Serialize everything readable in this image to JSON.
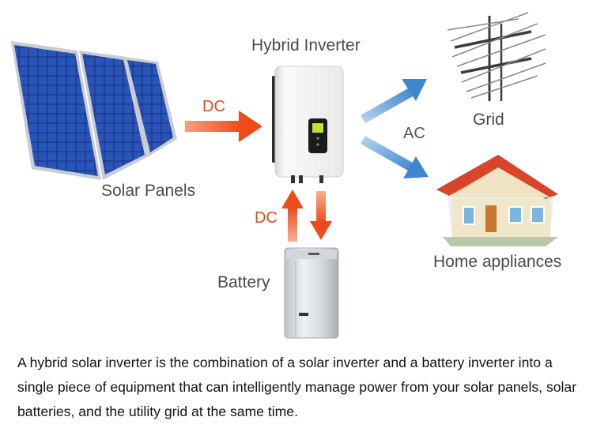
{
  "labels": {
    "solar_panels": "Solar Panels",
    "hybrid_inverter": "Hybrid Inverter",
    "grid": "Grid",
    "home_appliances": "Home appliances",
    "battery": "Battery",
    "dc_top": "DC",
    "dc_bottom": "DC",
    "ac": "AC"
  },
  "caption": "A hybrid solar inverter is the combination of a solar inverter and a battery inverter into a single piece of equipment that can intelligently manage power from your solar panels, solar batteries, and the utility grid at the same time.",
  "colors": {
    "dc_arrow": "#f05a24",
    "ac_arrow": "#4a90d9",
    "panel_blue": "#1f3f9a",
    "roof": "#d8452a"
  },
  "icons": [
    "solar-panel-icon",
    "inverter-icon",
    "power-pylon-icon",
    "house-icon",
    "battery-icon"
  ]
}
